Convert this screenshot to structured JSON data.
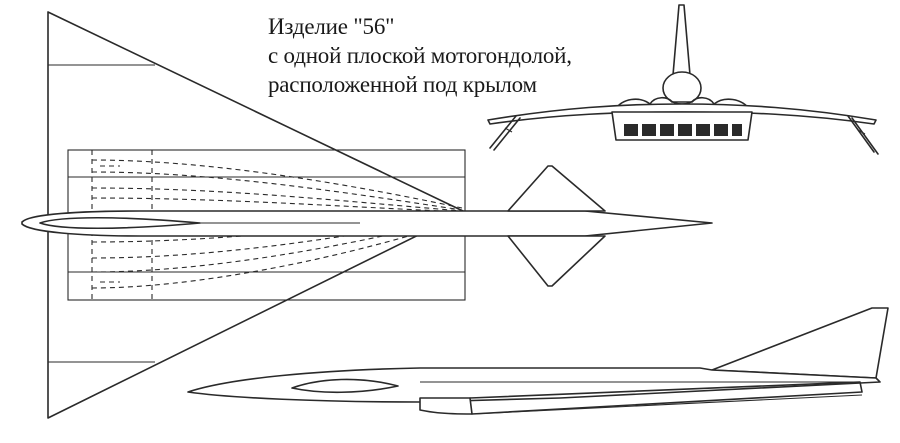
{
  "caption": {
    "line1": "Изделие \"56\"",
    "line2": "с одной плоской мотогондолой,",
    "line3": "расположенной под крылом"
  },
  "colors": {
    "line": "#2a2a2a",
    "paper": "#ffffff"
  }
}
